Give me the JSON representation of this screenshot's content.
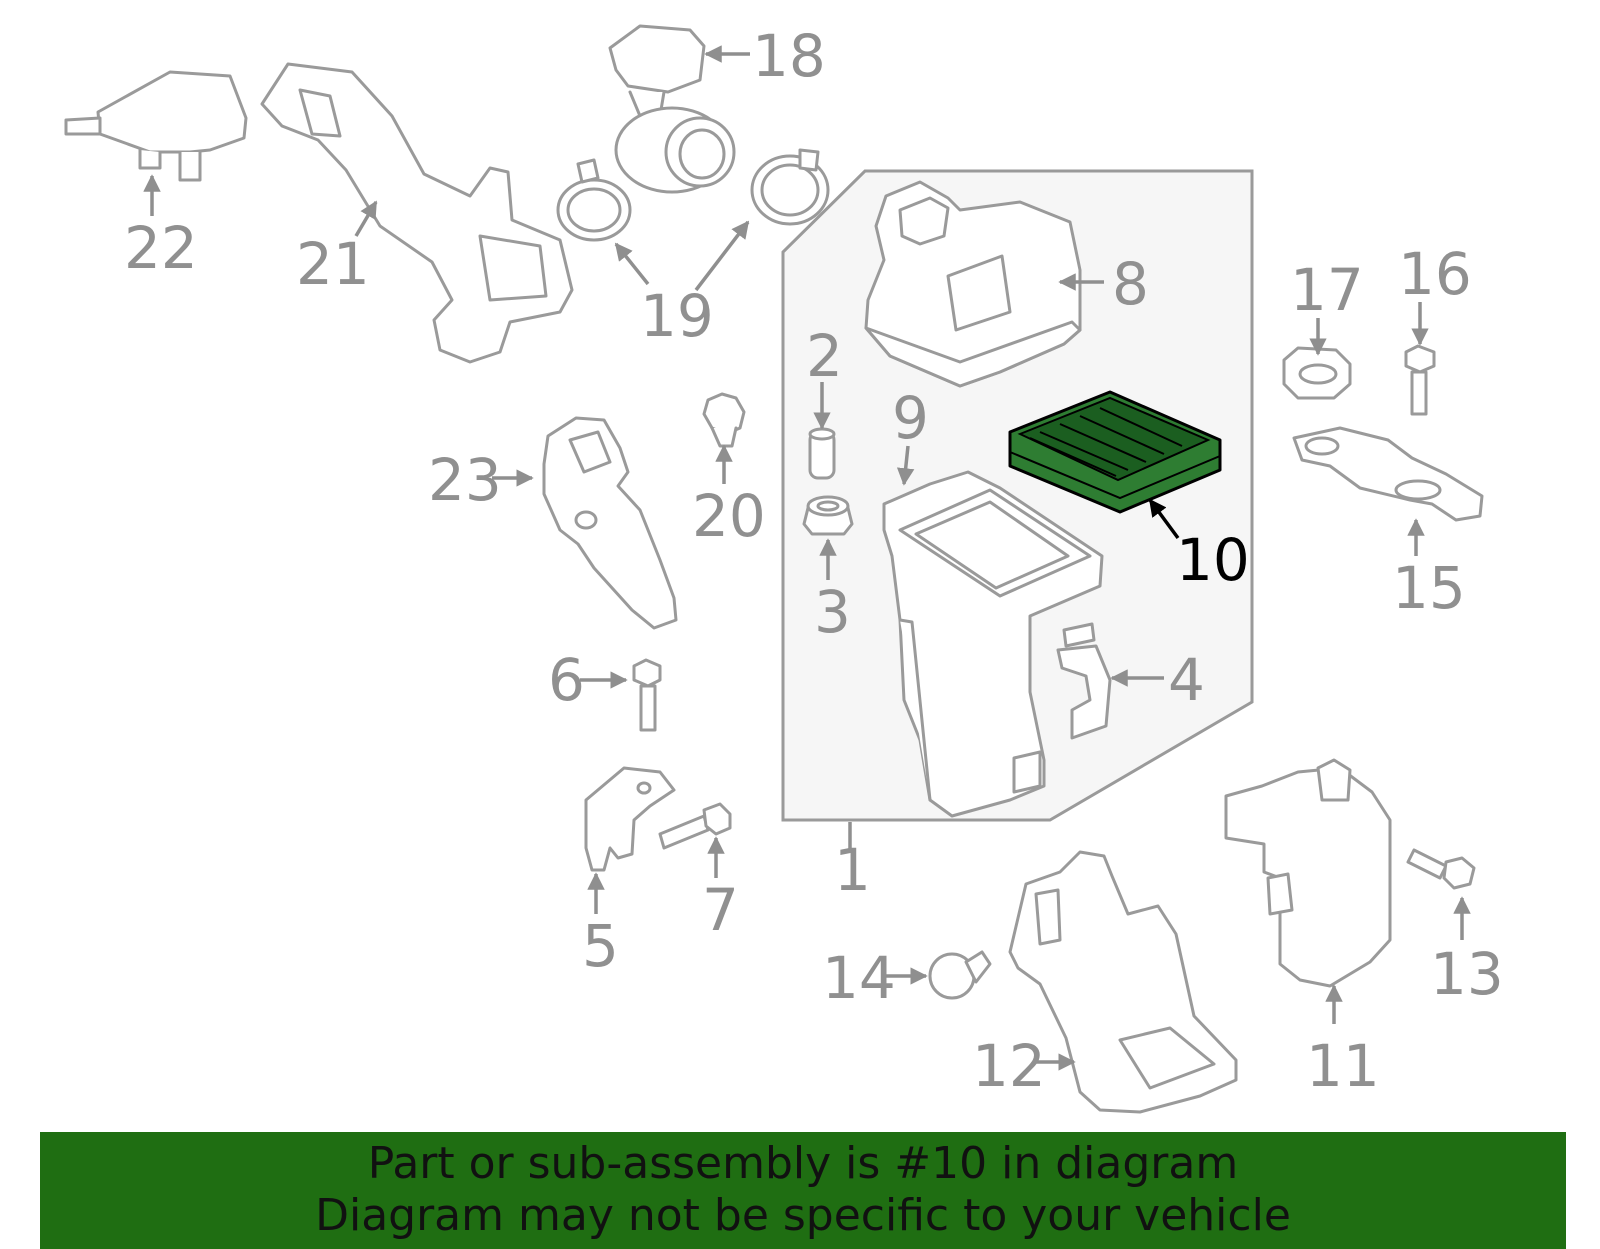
{
  "diagram": {
    "highlighted_part": "10",
    "highlight_color": "#2e7d32",
    "callouts": [
      "1",
      "2",
      "3",
      "4",
      "5",
      "6",
      "7",
      "8",
      "9",
      "10",
      "11",
      "12",
      "13",
      "14",
      "15",
      "16",
      "17",
      "18",
      "19",
      "20",
      "21",
      "22",
      "23"
    ]
  },
  "banner": {
    "background": "#1f6e12",
    "line1": "Part or sub-assembly is #10 in diagram",
    "line2": "Diagram may not be specific to your vehicle"
  }
}
